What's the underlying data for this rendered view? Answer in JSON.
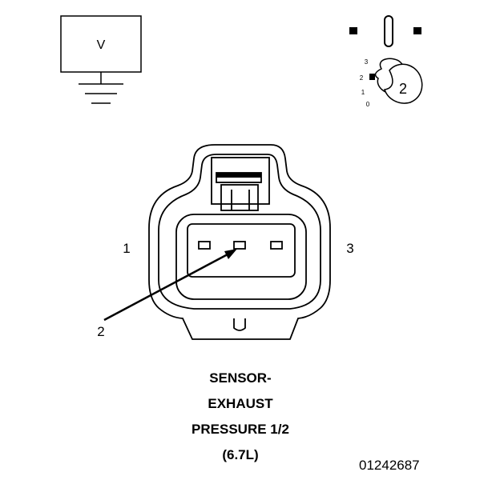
{
  "meter": {
    "symbol": "V"
  },
  "probe_diagram": {
    "scale_labels": [
      "3",
      "2",
      "1",
      "0"
    ],
    "probe_number": "2"
  },
  "connector": {
    "pins": [
      {
        "label": "1"
      },
      {
        "label": "2"
      },
      {
        "label": "3"
      }
    ]
  },
  "caption": {
    "line1": "SENSOR-",
    "line2": "EXHAUST",
    "line3": "PRESSURE 1/2",
    "line4": "(6.7L)"
  },
  "figure_id": "01242687",
  "colors": {
    "line": "#000000",
    "background": "#ffffff"
  }
}
